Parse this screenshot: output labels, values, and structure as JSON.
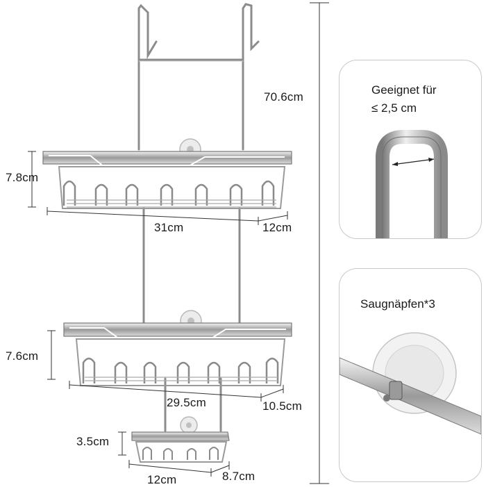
{
  "dimensions": {
    "total_height": "70.6cm",
    "top_shelf_height": "7.8cm",
    "top_shelf_width": "31cm",
    "top_shelf_depth": "12cm",
    "middle_shelf_height": "7.6cm",
    "middle_shelf_width": "29.5cm",
    "middle_shelf_depth": "10.5cm",
    "soap_dish_height": "3.5cm",
    "soap_dish_width": "12cm",
    "soap_dish_depth": "8.7cm"
  },
  "callouts": {
    "hook": {
      "line1": "Geeignet für",
      "line2": "≤ 2,5 cm"
    },
    "suction": {
      "label": "Saugnäpfen*3"
    }
  },
  "colors": {
    "chrome_dark": "#6e6e6e",
    "chrome_light": "#e6e6e6",
    "dimension_line": "#333333",
    "panel_border": "#c8c8c8"
  }
}
